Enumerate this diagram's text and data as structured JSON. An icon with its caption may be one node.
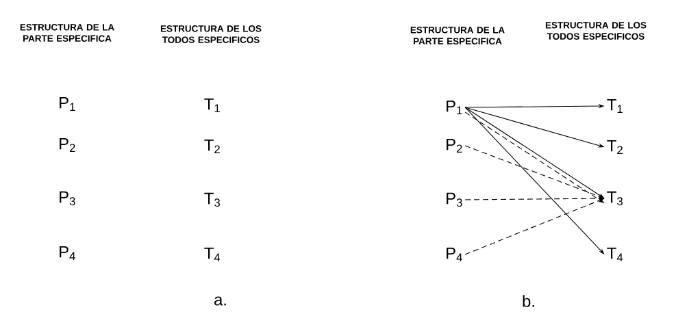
{
  "diagram": {
    "nodes": [
      {
        "text": [
          "P$_{1}$"
        ]
      },
      {
        "text": [
          "P$_{2}$"
        ]
      },
      {
        "text": [
          "P$_{3}$"
        ]
      },
      {
        "text": [
          "P$_{4}$"
        ]
      },
      {
        "text": [
          "T$_{1}$"
        ]
      },
      {
        "text": [
          "T$_{2}$"
        ]
      },
      {
        "text": [
          "T$_{3}$"
        ]
      },
      {
        "text": [
          "T$_{4}$"
        ]
      }
    ],
    "edges": [
      {
        "from": 0,
        "to": 4,
        "arrow": "to"
      },
      {
        "from": 0,
        "to": 5,
        "arrow": "to"
      },
      {
        "from": 0,
        "to": 6,
        "arrow": "to"
      },
      {
        "from": 0,
        "to": 6,
        "arrow": "to",
        "style": "dashed"
      },
      {
        "from": 0,
        "to": 7,
        "arrow": "to"
      },
      {
        "from": 1,
        "to": 6,
        "arrow": "to",
        "style": "dashed"
      },
      {
        "from": 2,
        "to": 6,
        "arrow": "to",
        "style": "dashed"
      },
      {
        "from": 3,
        "to": 6,
        "arrow": "to",
        "style": "dashed"
      }
    ],
    "labels": [
      "ESTRUCTURA DE LA PARTE ESPECIFICA",
      "ESTRUCTURA DE LOS TODOS ESPECIFICOS",
      "ESTRUCTURA DE LA PARTE ESPECIFICA",
      "ESTRUCTURA DE LOS TODOS ESPECIFICOS",
      "P$_{1}$",
      "T$_{1}$",
      "P$_{2}$",
      "T$_{2}$",
      "P$_{3}$",
      "T$_{3}$",
      "P$_{4}$",
      "T$_{4}$",
      "a.",
      "b."
    ]
  }
}
